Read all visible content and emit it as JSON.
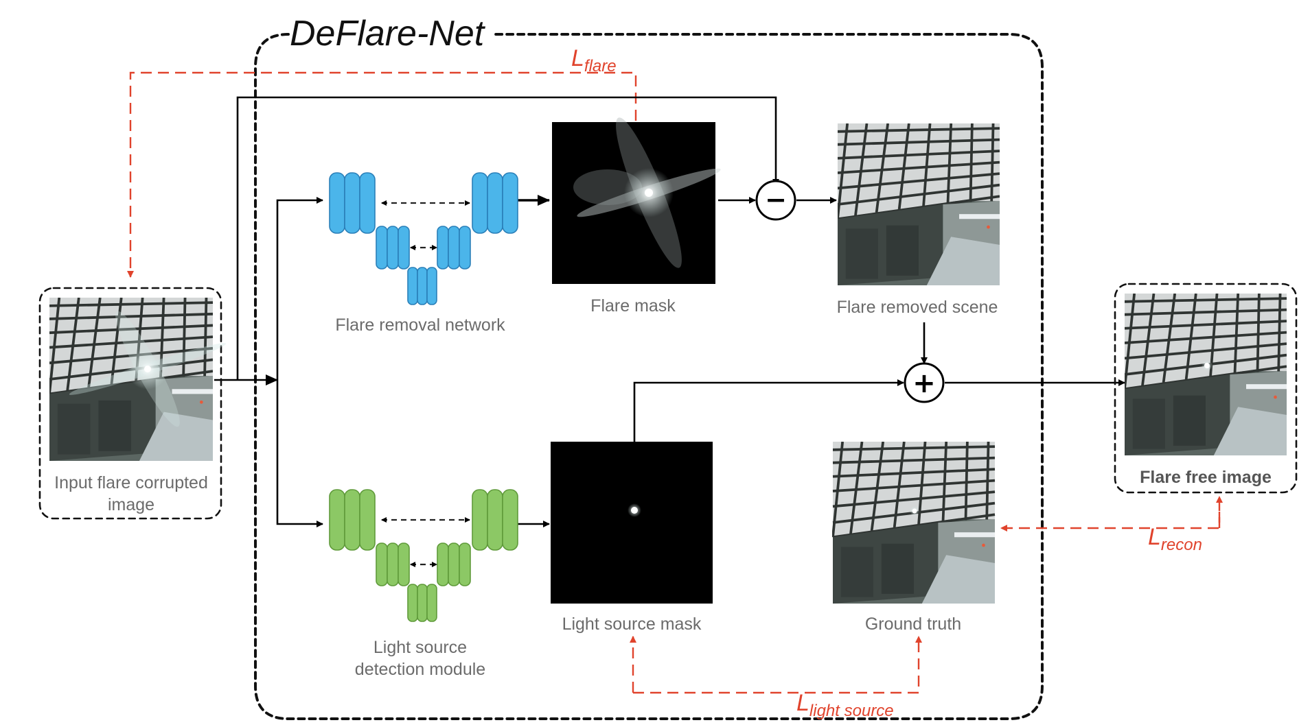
{
  "title": "DeFlare-Net",
  "labels": {
    "input": [
      "Input flare corrupted",
      "image"
    ],
    "flare_removal_network": "Flare removal network",
    "flare_mask": "Flare mask",
    "flare_removed_scene": "Flare removed scene",
    "light_source_detection": [
      "Light source",
      "detection module"
    ],
    "light_source_mask": "Light source mask",
    "ground_truth": "Ground truth",
    "output": "Flare free image"
  },
  "operators": {
    "subtract": "−",
    "add": "+"
  },
  "losses": {
    "flare": {
      "main": "L",
      "sub": "flare"
    },
    "recon": {
      "main": "L",
      "sub": "recon"
    },
    "light_source": {
      "main": "L",
      "sub": "light source"
    }
  },
  "colors": {
    "loss_red": "#e0432c",
    "unet_blue": "#4bb5ea",
    "unet_blue_stroke": "#2a7fb8",
    "unet_green": "#8cc865",
    "unet_green_stroke": "#5f9a3a"
  }
}
